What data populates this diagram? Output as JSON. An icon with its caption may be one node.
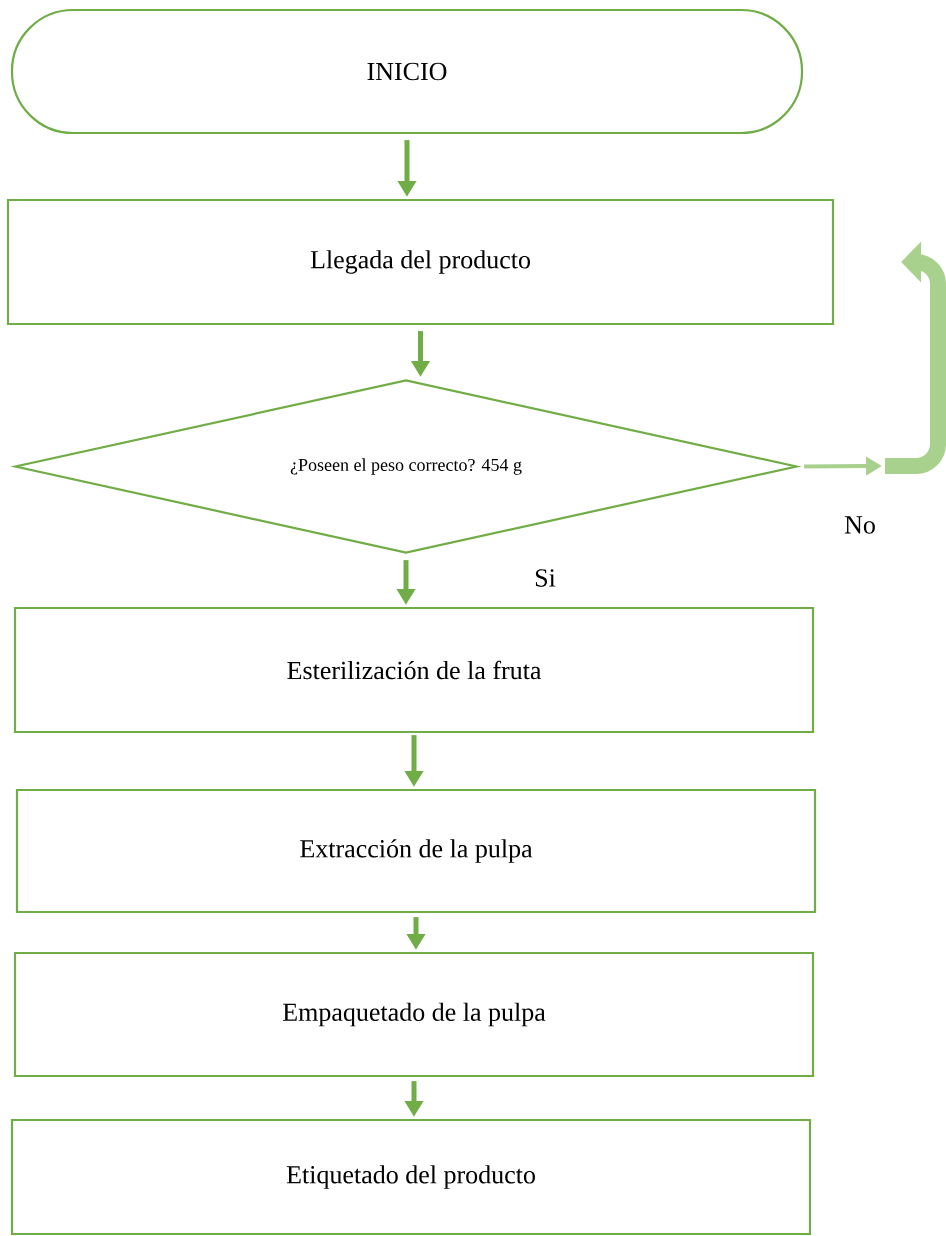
{
  "diagram": {
    "nodes": [
      {
        "text": [
          "INICIO"
        ]
      },
      {
        "text": [
          "Llegada del producto"
        ]
      },
      {
        "text": [
          "¿Poseen el peso correcto? 454 g"
        ]
      },
      {
        "text": [
          "Esterilización de la fruta"
        ]
      },
      {
        "text": [
          "Extracción de la pulpa"
        ]
      },
      {
        "text": [
          "Empaquetado de la pulpa"
        ]
      },
      {
        "text": [
          "Etiquetado del producto"
        ]
      }
    ],
    "edges": [
      {
        "from": 0,
        "to": 1,
        "arrow": "to"
      },
      {
        "from": 1,
        "to": 2,
        "arrow": "to"
      },
      {
        "from": 2,
        "to": 3,
        "arrow": "to",
        "label": "Si"
      },
      {
        "from": 3,
        "to": 4,
        "arrow": "to"
      },
      {
        "from": 4,
        "to": 5,
        "arrow": "to"
      },
      {
        "from": 5,
        "to": 6,
        "arrow": "to"
      },
      {
        "from": 2,
        "to": null,
        "arrow": "to",
        "label": "No",
        "color": "#a9d18e"
      },
      {
        "from": null,
        "to": 1,
        "arrow": "to",
        "style": "thick",
        "color": "#a9d18e"
      }
    ]
  }
}
